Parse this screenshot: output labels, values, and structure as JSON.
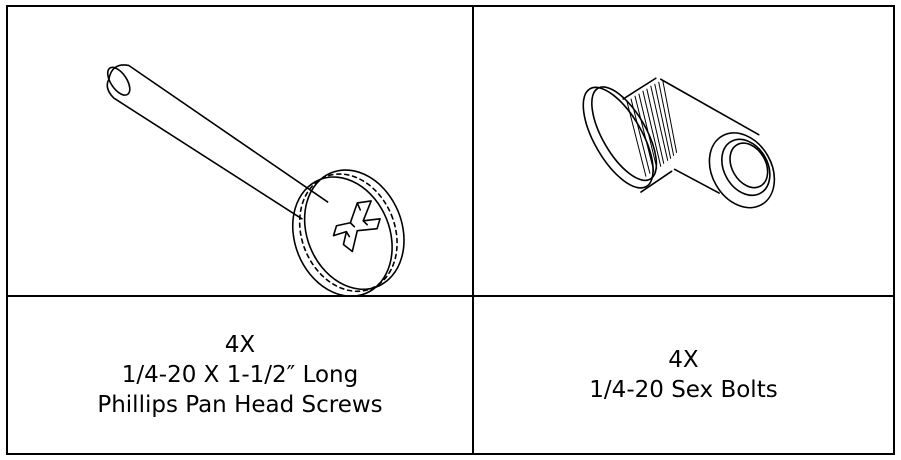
{
  "parts": [
    {
      "icon": "pan-head-screw-icon",
      "qty": "4X",
      "line1": "1/4-20 X 1-1/2″ Long",
      "line2": "Phillips Pan Head Screws"
    },
    {
      "icon": "sex-bolt-icon",
      "qty": "4X",
      "line1": "1/4-20 Sex Bolts"
    }
  ]
}
